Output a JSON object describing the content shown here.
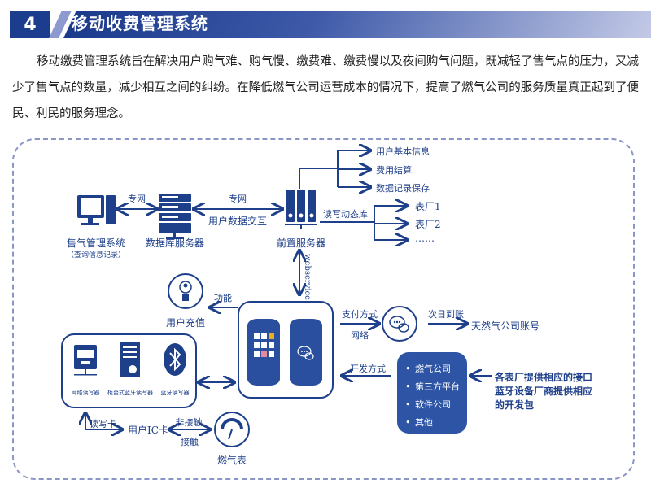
{
  "header": {
    "number": "4",
    "title": "移动收费管理系统"
  },
  "paragraph": {
    "lines": [
      "移动缴费管理系统旨在解决用户购气难、购气慢、缴费难、缴费慢以及夜间购气问题，既减轻了售气点的压力，",
      "又减少了售气点的数量，减少相互之间的纠纷。在降低燃气公司运营成本的情况下，提高了燃气公司的服务质量真",
      "正起到了便民、利民的服务理念。"
    ]
  },
  "diagram": {
    "sales_system": {
      "label": "售气管理系统",
      "sub": "（查询信息记录）"
    },
    "db_server": {
      "label": "数据库服务器"
    },
    "front_server": {
      "label": "前置服务器"
    },
    "link_private_1": "专网",
    "link_private_2": "专网",
    "link_interaction": "用户数据交互",
    "front_outputs": [
      "用户基本信息",
      "费用结算",
      "数据记录保存"
    ],
    "dynamic_lib": "读写动态库",
    "meter_factories": [
      "表厂1",
      "表厂2",
      "……"
    ],
    "webservice": "webservice",
    "function": "功能",
    "recharge": "用户充值",
    "readers": [
      "网络读写器",
      "柜台式蓝牙读写器",
      "蓝牙读写器"
    ],
    "read_write_card": "读写卡",
    "ic_card": "用户IC卡",
    "contactless": "非接触",
    "contact": "接触",
    "gas_meter": "燃气表",
    "payment_method": "支付方式",
    "network": "网络",
    "next_day": "次日到账",
    "gas_account": "天然气公司账号",
    "dev_method": "开发方式",
    "developers": [
      "燃气公司",
      "第三方平台",
      "软件公司",
      "其他"
    ],
    "note_lines": [
      "各表厂提供相应的接口",
      "蓝牙设备厂商提供相应",
      "的开发包"
    ],
    "colors": {
      "primary": "#1e3f8a",
      "box_fill": "#2e55a5",
      "accent_yellow": "#e8b020",
      "accent_pink": "#e38b9c"
    }
  }
}
